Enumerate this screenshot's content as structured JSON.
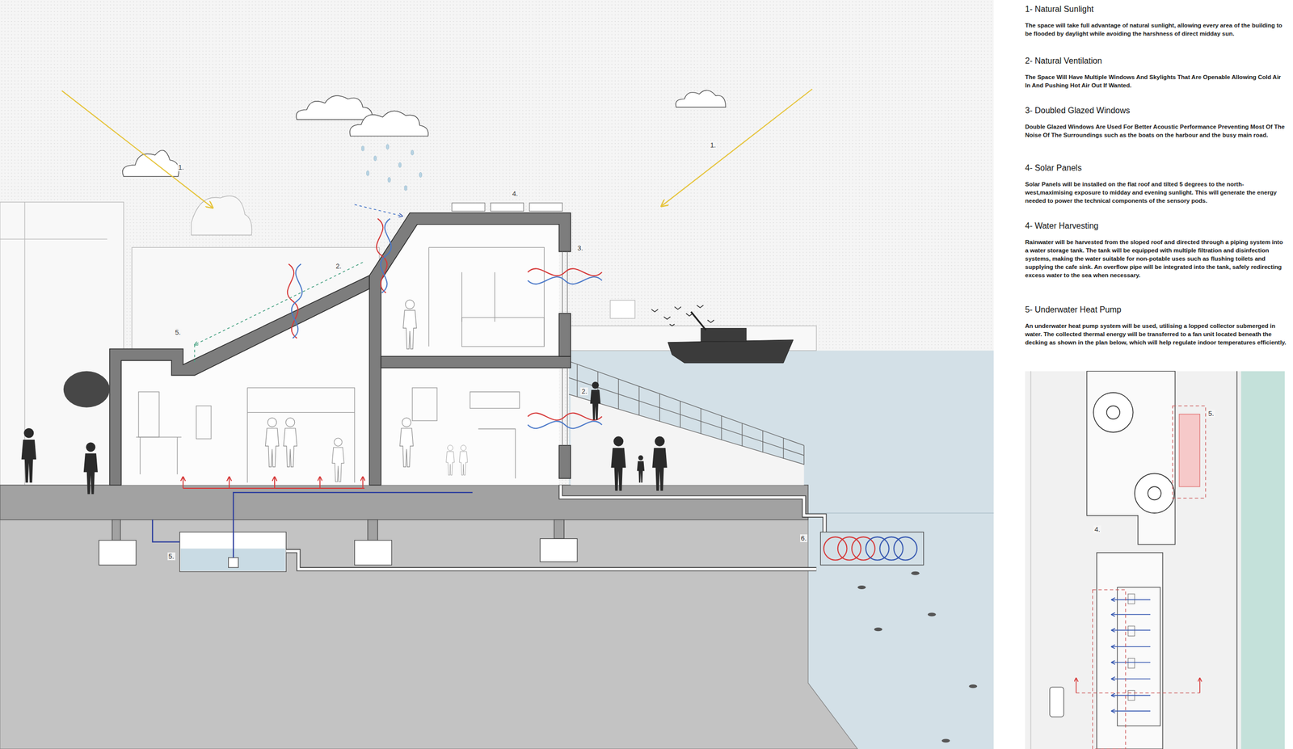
{
  "diagram": {
    "labels": [
      "1.",
      "1.",
      "2.",
      "4.",
      "3.",
      "5.",
      "2.",
      "5.",
      "6.",
      "5.",
      "4.",
      "1- Natural Sunlight",
      "The space will take full advantage of natural sunlight, allowing every area of the building to be flooded by daylight while avoiding the harshness of direct midday sun.",
      "2- Natural Ventilation",
      "The Space Will Have Multiple Windows And Skylights That Are Openable Allowing Cold Air In And Pushing Hot Air Out If Wanted.",
      "3- Doubled Glazed Windows",
      "Double Glazed Windows Are Used For Better Acoustic Performance Preventing Most Of The Noise Of The Surroundings such as the boats on the harbour and the busy main road.",
      "4- Solar Panels",
      "Solar Panels will be installed on the flat roof and tilted 5 degrees to the north-west,maximising exposure to midday and evening sunlight. This will generate the energy needed to power the technical components of the sensory pods.",
      "4- Water Harvesting",
      "Rainwater will be harvested from the sloped roof and directed through a piping system into a water storage tank. The tank will be equipped with multiple filtration and disinfection systems, making the water suitable for non-potable uses such as flushing toilets and supplying the cafe sink. An overflow pipe will be integrated into the tank, safely redirecting excess water to the sea when necessary.",
      "5- Underwater Heat Pump",
      "An underwater heat pump system will be used, utilising a lopped collector submerged in water. The collected thermal energy will be transferred to a fan unit located beneath the decking as shown in the plan below, which will help regulate indoor temperatures efficiently."
    ]
  }
}
